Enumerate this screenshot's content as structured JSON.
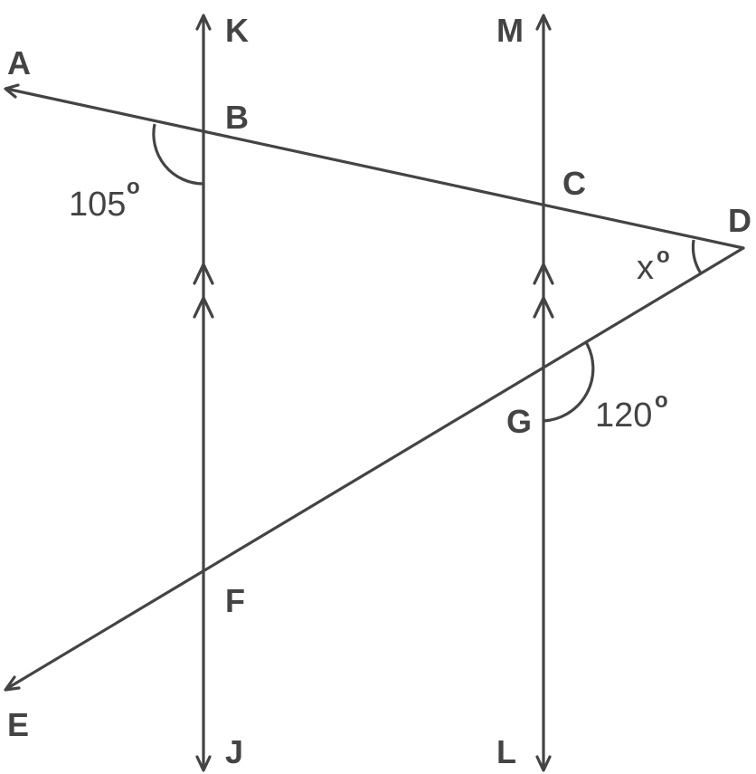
{
  "points": {
    "A": "A",
    "B": "B",
    "C": "C",
    "D": "D",
    "E": "E",
    "F": "F",
    "G": "G",
    "J": "J",
    "K": "K",
    "L": "L",
    "M": "M"
  },
  "angles": {
    "angle_b": {
      "value": "105",
      "degree_symbol": "o"
    },
    "angle_d": {
      "value": "x",
      "degree_symbol": "o"
    },
    "angle_g": {
      "value": "120",
      "degree_symbol": "o"
    }
  },
  "colors": {
    "ink": "#444444",
    "background": "#ffffff"
  }
}
